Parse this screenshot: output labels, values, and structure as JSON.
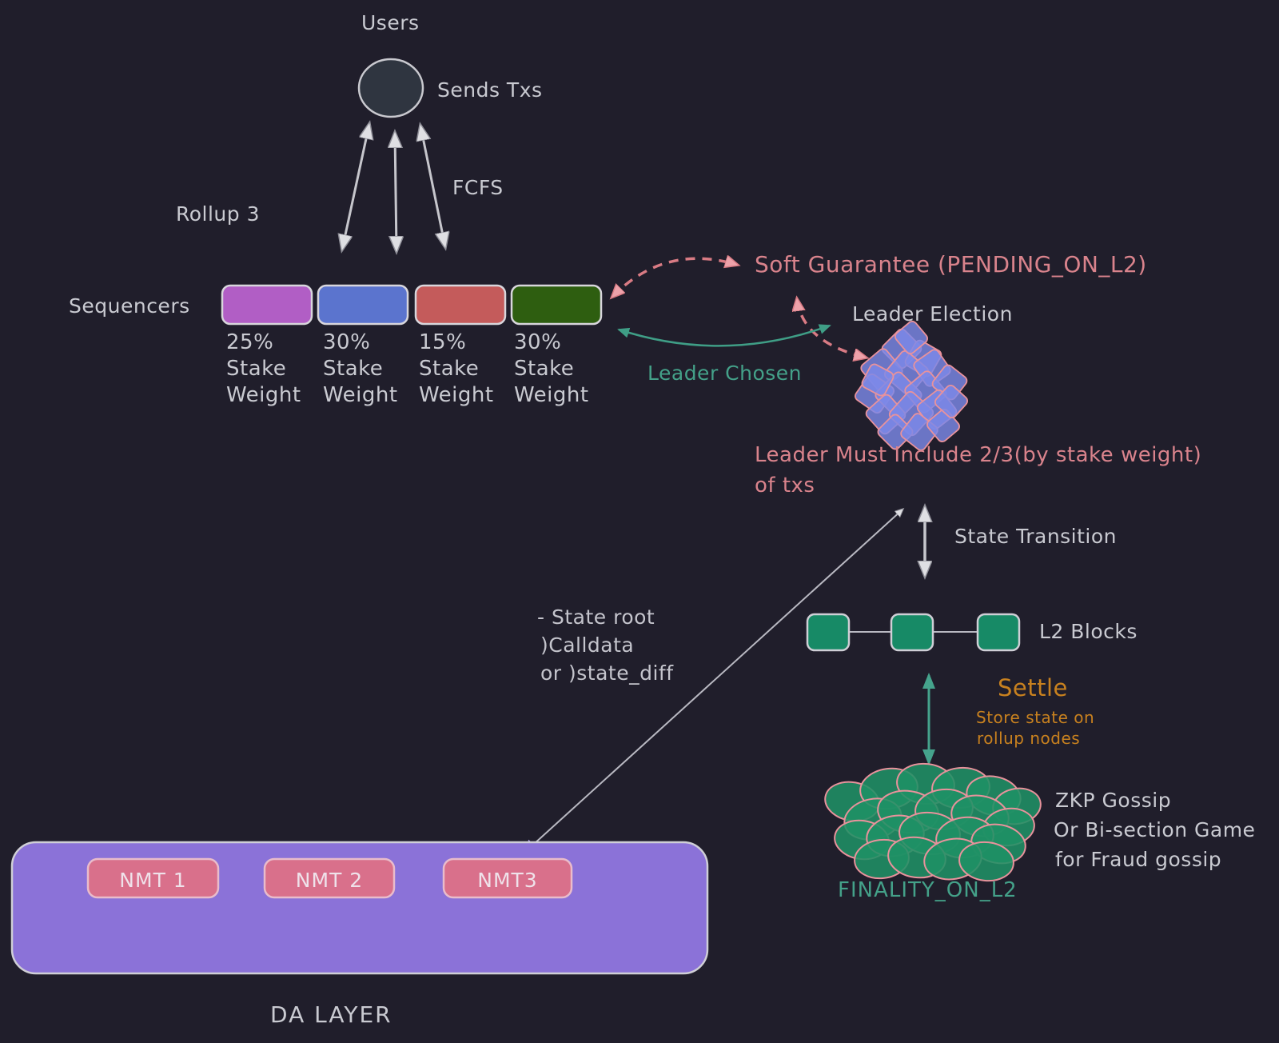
{
  "title": "Rollup sequencing and settlement diagram",
  "users": {
    "label": "Users",
    "sends_txs": "Sends Txs",
    "fcfs": "FCFS"
  },
  "rollup": {
    "label": "Rollup 3",
    "sequencers_label": "Sequencers",
    "sequencers": [
      {
        "lines": [
          "25%",
          "Stake",
          "Weight"
        ]
      },
      {
        "lines": [
          "30%",
          "Stake",
          "Weight"
        ]
      },
      {
        "lines": [
          "15%",
          "Stake",
          "Weight"
        ]
      },
      {
        "lines": [
          "30%",
          "Stake",
          "Weight"
        ]
      }
    ]
  },
  "leader": {
    "soft_guarantee": "Soft Guarantee (PENDING_ON_L2)",
    "election": "Leader Election",
    "chosen": "Leader Chosen",
    "must_include_line1": "Leader Must Include 2/3(by stake weight)",
    "must_include_line2": "of txs"
  },
  "state": {
    "transition": "State Transition",
    "l2_blocks": "L2 Blocks",
    "settle": "Settle",
    "settle_sub1": "Store state on",
    "settle_sub2": "rollup nodes",
    "zkp_line1": "ZKP Gossip",
    "zkp_line2": "Or Bi-section Game",
    "zkp_line3": "for Fraud gossip",
    "finality": "FINALITY_ON_L2",
    "note_line1": "- State root",
    "note_line2": ")Calldata",
    "note_line3": "or )state_diff"
  },
  "da": {
    "label": "DA LAYER",
    "nmts": [
      "NMT 1",
      "NMT 2",
      "NMT3"
    ]
  },
  "colors": {
    "background": "#201e2b",
    "text_gray": "#c9cad1",
    "text_pink": "#d9838c",
    "text_teal": "#44a189",
    "text_orange": "#c8811f",
    "sequencers": [
      "#b15ec5",
      "#5b74ce",
      "#c45b5b",
      "#2e5e10"
    ],
    "user_circle": "#2f3540",
    "cluster_fill": "#7d89e8",
    "cluster_stroke": "#e8929c",
    "l2_block": "#178a66",
    "finality_fill": "#1f9165",
    "da_fill": "#8b72d8",
    "nmt_fill": "#d9708b",
    "arrow_gray": "#c6c6cc",
    "arrow_teal": "#3f9e86",
    "arrow_pink": "#d97b84",
    "arrow_lavender": "#b7a8ea"
  }
}
